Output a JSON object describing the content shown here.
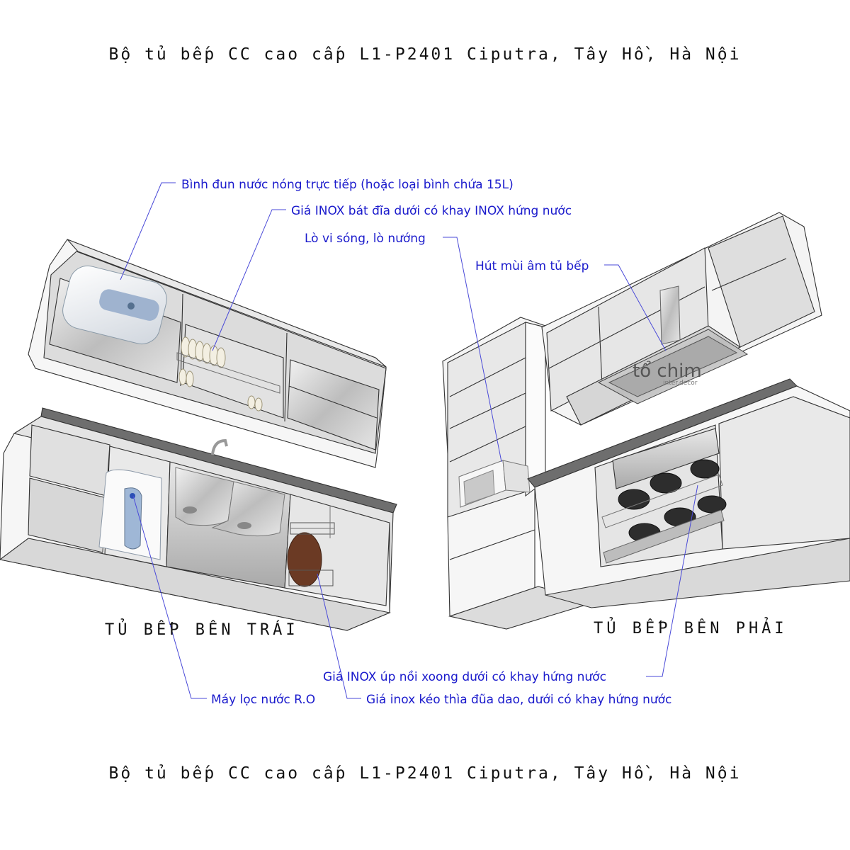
{
  "title_top": "Bộ tủ bếp CC cao cấp L1-P2401 Ciputra, Tây Hồ, Hà Nội",
  "title_bottom": "Bộ tủ bếp CC cao cấp L1-P2401 Ciputra, Tây Hồ, Hà Nội",
  "sections": {
    "left": "TỦ BẾP BÊN TRÁI",
    "right": "TỦ BẾP BÊN PHẢI"
  },
  "callouts": {
    "water_heater": "Bình đun nước nóng trực tiếp (hoặc loại bình chứa 15L)",
    "dish_rack": "Giá INOX bát đĩa dưới có khay INOX hứng nước",
    "microwave": "Lò vi sóng, lò nướng",
    "range_hood": "Hút mùi âm tủ bếp",
    "pot_rack": "Giá INOX úp nồi xoong dưới có khay hứng nước",
    "ro_filter": "Máy lọc nước R.O",
    "cutlery_rack": "Giá inox kéo thìa đũa dao, dưới có khay hứng nước"
  },
  "logo": {
    "main": "tổ chim",
    "sub": "inter.decor"
  },
  "colors": {
    "label": "#1a1acc",
    "countertop": "#6e6e6e",
    "cabinet_white": "#f4f4f4",
    "steel": "#c8c8c8"
  }
}
